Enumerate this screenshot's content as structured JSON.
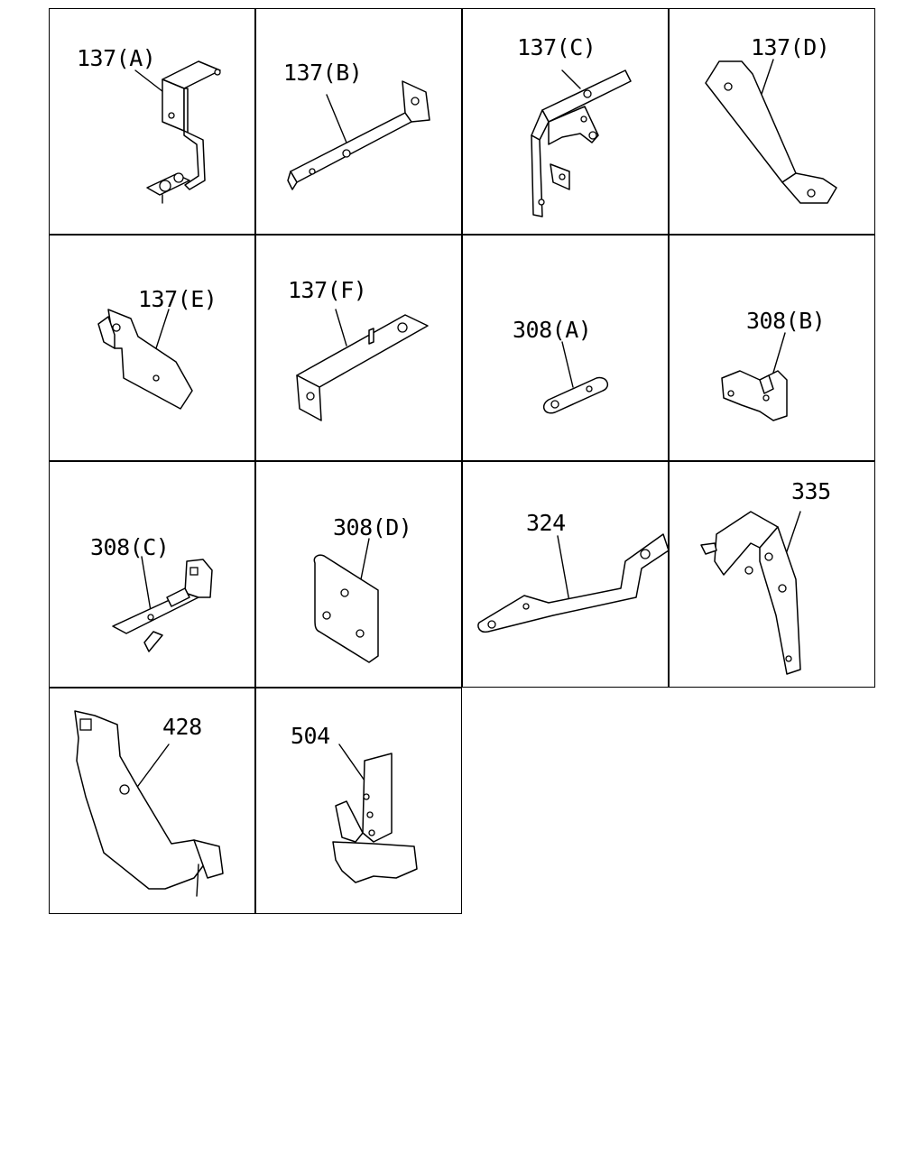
{
  "parts": [
    {
      "id": "137a",
      "label": "137(A)"
    },
    {
      "id": "137b",
      "label": "137(B)"
    },
    {
      "id": "137c",
      "label": "137(C)"
    },
    {
      "id": "137d",
      "label": "137(D)"
    },
    {
      "id": "137e",
      "label": "137(E)"
    },
    {
      "id": "137f",
      "label": "137(F)"
    },
    {
      "id": "308a",
      "label": "308(A)"
    },
    {
      "id": "308b",
      "label": "308(B)"
    },
    {
      "id": "308c",
      "label": "308(C)"
    },
    {
      "id": "308d",
      "label": "308(D)"
    },
    {
      "id": "324",
      "label": "324"
    },
    {
      "id": "335",
      "label": "335"
    },
    {
      "id": "428",
      "label": "428"
    },
    {
      "id": "504",
      "label": "504"
    }
  ]
}
